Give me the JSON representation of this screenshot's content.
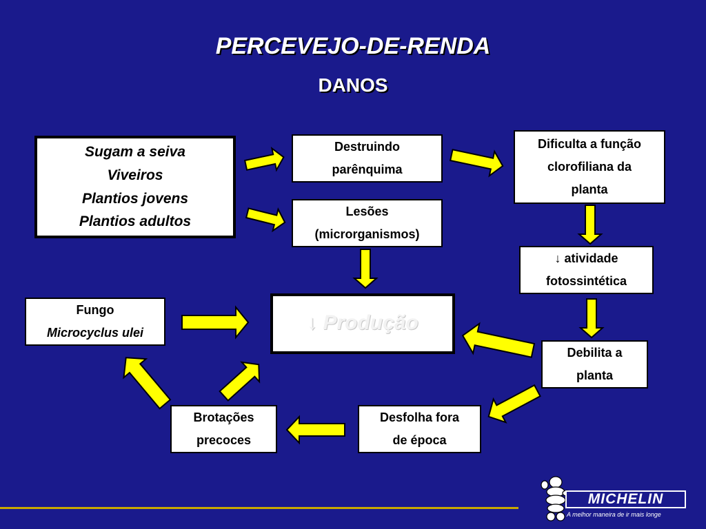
{
  "title": "PERCEVEJO-DE-RENDA",
  "subtitle": "DANOS",
  "boxes": {
    "sugam": [
      "Sugam a seiva",
      "Viveiros",
      "Plantios jovens",
      "Plantios adultos"
    ],
    "destruindo": [
      "Destruindo",
      "parênquima"
    ],
    "lesoes": [
      "Lesões",
      "(microrganismos)"
    ],
    "dificulta": [
      "Dificulta a função",
      "clorofiliana da",
      "planta"
    ],
    "atividade": [
      "↓ atividade",
      "fotossintética"
    ],
    "debilita": [
      "Debilita a",
      "planta"
    ],
    "desfolha": [
      "Desfolha fora",
      "de época"
    ],
    "brotacoes": [
      "Brotações",
      "precoces"
    ],
    "fungo": [
      "Fungo",
      "Microcyclus ulei"
    ],
    "producao": "↓ Produção"
  },
  "logo": {
    "brand": "MICHELIN",
    "tagline": "A melhor maneira de ir mais longe"
  },
  "colors": {
    "background": "#1a1a8c",
    "arrow": "#ffff00",
    "box": "#ffffff"
  }
}
